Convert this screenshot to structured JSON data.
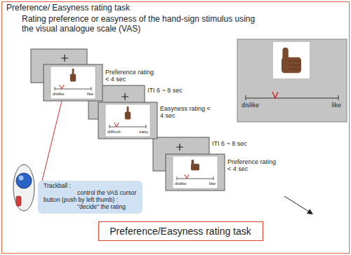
{
  "diagram": {
    "nodes": [
      {
        "text": [
          "Preference/ Easyness rating task",
          "Rating preference or easyness of the hand-sign stimulus using the visual analogue scale (VAS)"
        ]
      },
      {
        "text": [
          "dislike",
          "like"
        ],
        "in": 0
      },
      {
        "text": [
          "difficult",
          "easy"
        ],
        "in": 0
      },
      {
        "text": [
          "dislike",
          "like"
        ],
        "in": 0
      },
      {
        "text": [
          "dislike",
          "like"
        ],
        "in": 0
      },
      {
        "text": [
          "Trackball :",
          "control the VAS cursor",
          "button (push by left thumb) :",
          "\"decide\" the rating"
        ],
        "in": 0
      },
      {
        "text": [
          "Preference/Easyness rating task"
        ],
        "in": 0
      }
    ],
    "edges": [
      {
        "from": 1,
        "to": 5,
        "arrow": "none"
      }
    ],
    "labels": [
      "Preference rating < 4 sec",
      "ITI 6 ~ 8 sec",
      "Easyness rating < 4 sec",
      "ITI 6 ~ 8 sec",
      "Preference rating < 4 sec"
    ]
  }
}
